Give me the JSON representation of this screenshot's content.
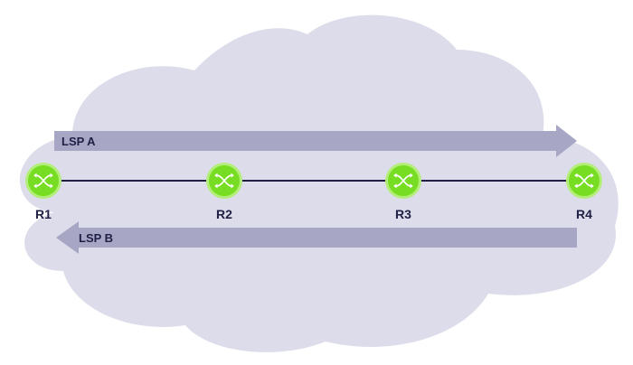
{
  "colors": {
    "cloud": "#dcdcea",
    "arrow": "#a7a7c5",
    "link": "#1f1f45",
    "router_fill": "#77dd22",
    "router_ring": "#b4ee7a",
    "router_icon": "#ffffff",
    "text": "#1f1f45"
  },
  "routers": [
    {
      "id": "R1",
      "label": "R1"
    },
    {
      "id": "R2",
      "label": "R2"
    },
    {
      "id": "R3",
      "label": "R3"
    },
    {
      "id": "R4",
      "label": "R4"
    }
  ],
  "links": [
    {
      "from": "R1",
      "to": "R2"
    },
    {
      "from": "R2",
      "to": "R3"
    },
    {
      "from": "R3",
      "to": "R4"
    }
  ],
  "lsps": [
    {
      "id": "lsp-a",
      "label": "LSP A",
      "from": "R1",
      "to": "R4"
    },
    {
      "id": "lsp-b",
      "label": "LSP B",
      "from": "R4",
      "to": "R1"
    }
  ],
  "icons": {
    "router": "router-crossed-arrows-icon",
    "network": "cloud-shape"
  }
}
